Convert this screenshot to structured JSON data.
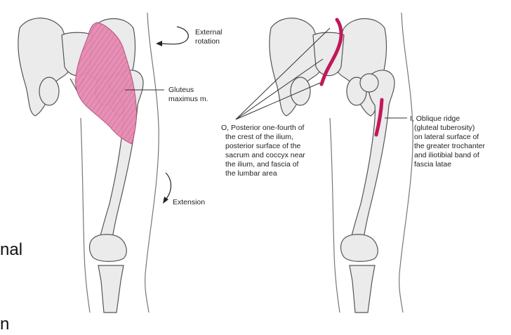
{
  "labels": {
    "external_rotation": [
      "External",
      "rotation"
    ],
    "gluteus": [
      "Gluteus",
      "maximus m."
    ],
    "extension": "Extension",
    "origin": [
      "O, Posterior one-fourth of",
      "the crest of the ilium,",
      "posterior surface of the",
      "sacrum and coccyx near",
      "the ilium, and fascia of",
      "the lumbar area"
    ],
    "insertion": [
      "I, Oblique ridge",
      "(gluteal tuberosity)",
      "on lateral surface of",
      "the greater trochanter",
      "and iliotibial band of",
      "fascia latae"
    ]
  },
  "slide": {
    "fragment_1": "nal",
    "fragment_2": "n"
  },
  "colors": {
    "muscle": "#e07aa5",
    "attachment": "#c2185b",
    "bone": "#e9e9e9",
    "outline": "#555555"
  }
}
